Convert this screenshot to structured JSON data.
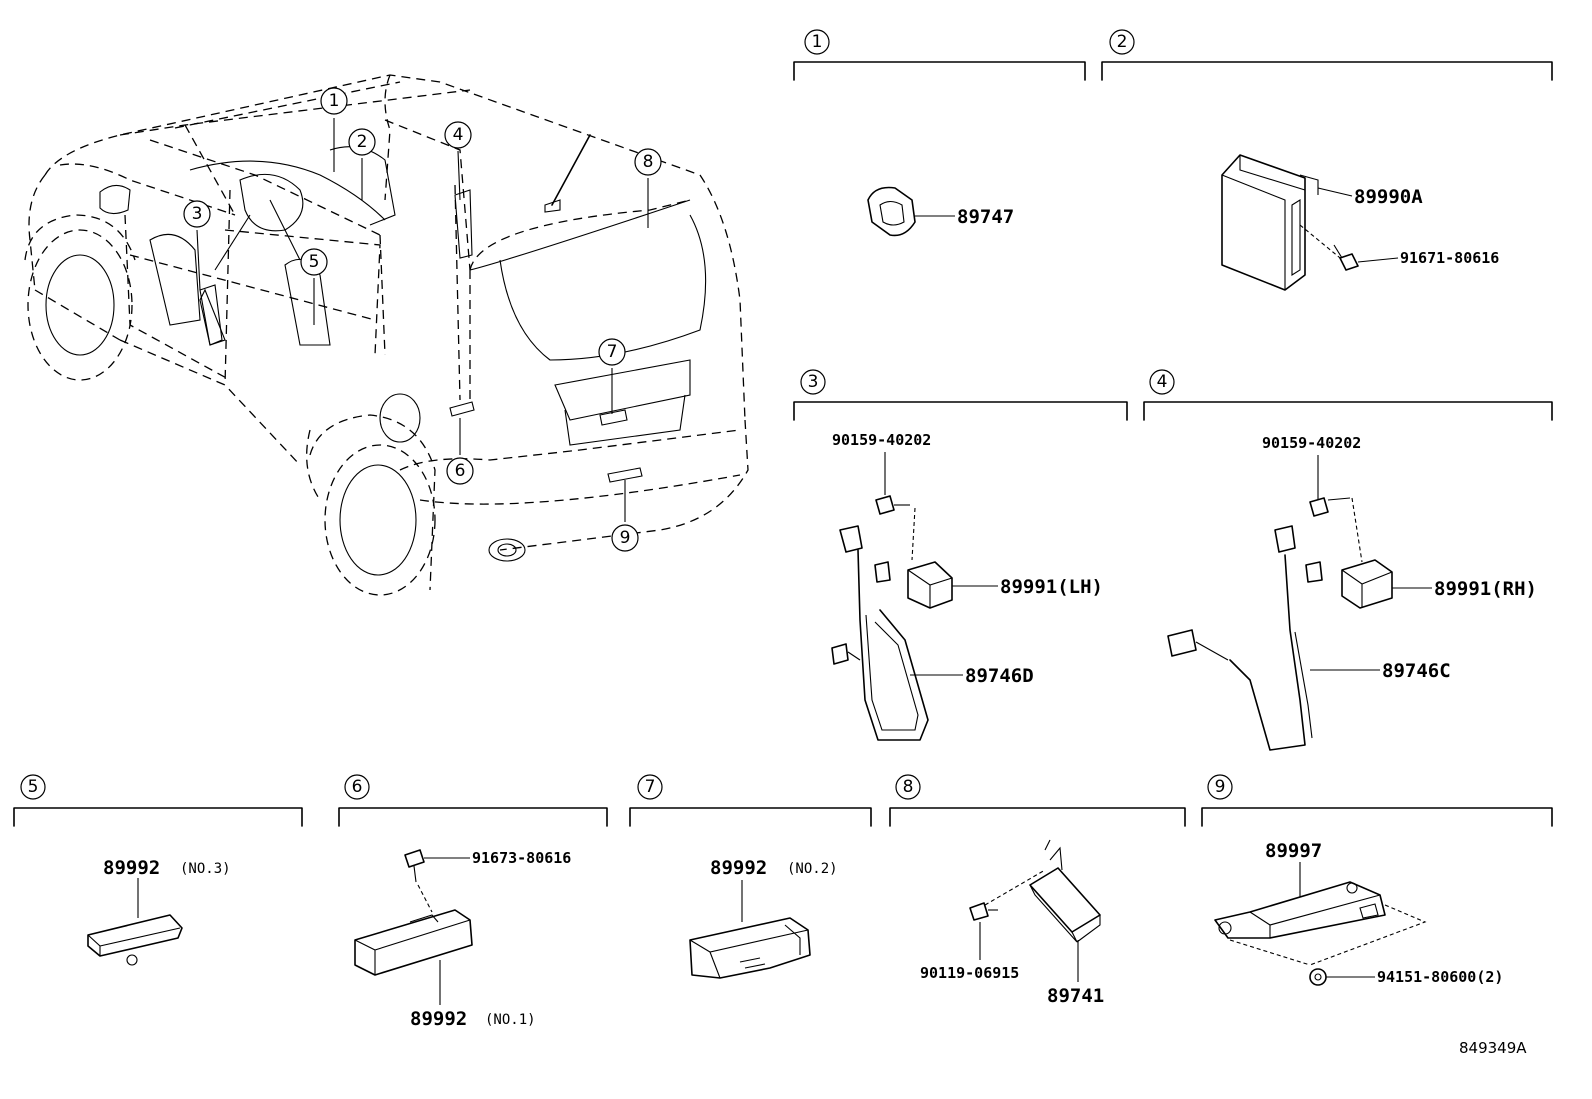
{
  "callouts": [
    "1",
    "2",
    "3",
    "4",
    "5",
    "6",
    "7",
    "8",
    "9"
  ],
  "sections": {
    "s1": {
      "parts": {
        "p1": "89747"
      }
    },
    "s2": {
      "parts": {
        "p1": "89990A",
        "p2": "91671-80616"
      }
    },
    "s3": {
      "parts": {
        "p1": "90159-40202",
        "p2": "89991(LH)",
        "p3": "89746D"
      }
    },
    "s4": {
      "parts": {
        "p1": "90159-40202",
        "p2": "89991(RH)",
        "p3": "89746C"
      }
    },
    "s5": {
      "parts": {
        "p1": "89992"
      },
      "note": "(NO.3)"
    },
    "s6": {
      "parts": {
        "p1": "91673-80616",
        "p2": "89992"
      },
      "note": "(NO.1)"
    },
    "s7": {
      "parts": {
        "p1": "89992"
      },
      "note": "(NO.2)"
    },
    "s8": {
      "parts": {
        "p1": "90119-06915",
        "p2": "89741"
      }
    },
    "s9": {
      "parts": {
        "p1": "89997",
        "p2": "94151-80600(2)"
      }
    }
  },
  "drawing_ref": "849349A"
}
